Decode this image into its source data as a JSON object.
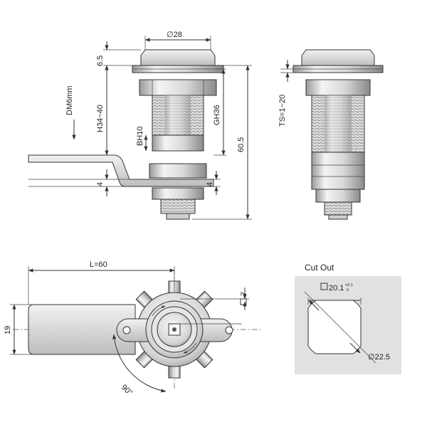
{
  "labels": {
    "dia_28": "∅28",
    "h_6_5": "6.5",
    "h34_40": "H34~40",
    "dm6mm": "DM6mm",
    "bh10": "BH10",
    "gh36": "GH36",
    "h60_5": "60.5",
    "h4_left": "4",
    "h4_right": "4",
    "ts": "TS=1~20",
    "l60": "L=60",
    "w19": "19",
    "sq7": "7",
    "deg90": "90°",
    "cutout_title": "Cut Out",
    "sq20_1": "20.1",
    "tol_upper": "+0.1",
    "tol_lower": "0",
    "dia22_5": "∅22.5"
  },
  "colors": {
    "metal_light": "#eeeeee",
    "metal_mid": "#c8c8c8",
    "metal_dark": "#8a8a8a",
    "line": "#333333",
    "cutout_panel": "#e1e1e1"
  },
  "icons": {
    "square_symbol": "square-symbol-icon",
    "diameter_symbol": "diameter-symbol-icon",
    "arrow": "arrow-down-icon"
  }
}
